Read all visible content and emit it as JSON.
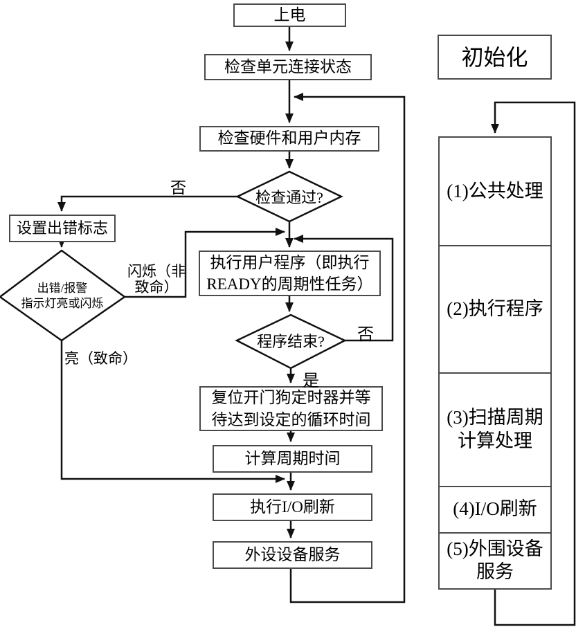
{
  "flowchart": {
    "nodes": {
      "power_on": {
        "label": "上电"
      },
      "check_unit": {
        "label": "检查单元连接状态"
      },
      "check_memory": {
        "label": "检查硬件和用户内存"
      },
      "check_pass": {
        "label": "检查通过?"
      },
      "set_error_flag": {
        "label": "设置出错标志"
      },
      "error_indicator": {
        "line1": "出错/报警",
        "line2": "指示灯亮或闪烁"
      },
      "run_user_program": {
        "line1": "执行用户程序（即执行",
        "line2": "READY的周期性任务）"
      },
      "program_end": {
        "label": "程序结束?"
      },
      "reset_watchdog": {
        "line1": "复位开门狗定时器并等",
        "line2": "待达到设定的循环时间"
      },
      "calc_cycle_time": {
        "label": "计算周期时间"
      },
      "io_refresh": {
        "label": "执行I/O刷新"
      },
      "peripheral_service": {
        "label": "外设设备服务"
      }
    },
    "edge_labels": {
      "no_left": "否",
      "no_right": "否",
      "yes": "是",
      "flash_line1": "闪烁（非",
      "flash_line2": "致命）",
      "lit_fatal": "亮（致命）"
    }
  },
  "right_panel": {
    "title": "初始化",
    "stages": [
      {
        "line1": "(1)公共处理",
        "line2": ""
      },
      {
        "line1": "(2)执行程序",
        "line2": ""
      },
      {
        "line1": "(3)扫描周期",
        "line2": "计算处理"
      },
      {
        "line1": "(4)I/O刷新",
        "line2": ""
      },
      {
        "line1": "(5)外围设备",
        "line2": "服务"
      }
    ]
  },
  "colors": {
    "line": "#111111",
    "box_border": "#4a4a4a",
    "background": "#ffffff",
    "text": "#000000"
  }
}
